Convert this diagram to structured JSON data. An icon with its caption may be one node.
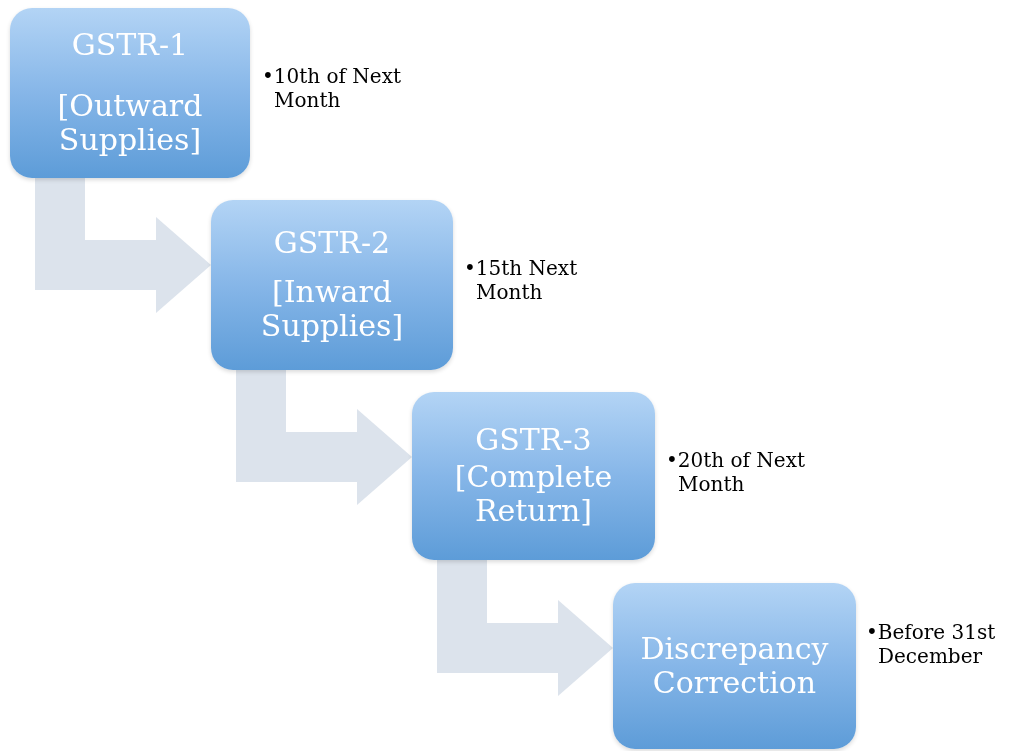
{
  "diagram": {
    "nodes": [
      {
        "text": [
          "GSTR-1",
          "[Outward Supplies]"
        ],
        "beside": [
          "•10th of Next Month"
        ]
      },
      {
        "text": [
          "GSTR-2",
          "[Inward Supplies]"
        ],
        "beside": [
          "•15th Next Month"
        ]
      },
      {
        "text": [
          "GSTR-3",
          "[Complete Return]"
        ],
        "beside": [
          "•20th of Next Month"
        ]
      },
      {
        "text": [
          "Discrepancy Correction"
        ],
        "beside": [
          "•Before 31st December"
        ]
      }
    ],
    "edges": [
      {
        "from": 0,
        "to": 1,
        "arrow": "to"
      },
      {
        "from": 1,
        "to": 2,
        "arrow": "to"
      },
      {
        "from": 2,
        "to": 3,
        "arrow": "to"
      }
    ]
  }
}
